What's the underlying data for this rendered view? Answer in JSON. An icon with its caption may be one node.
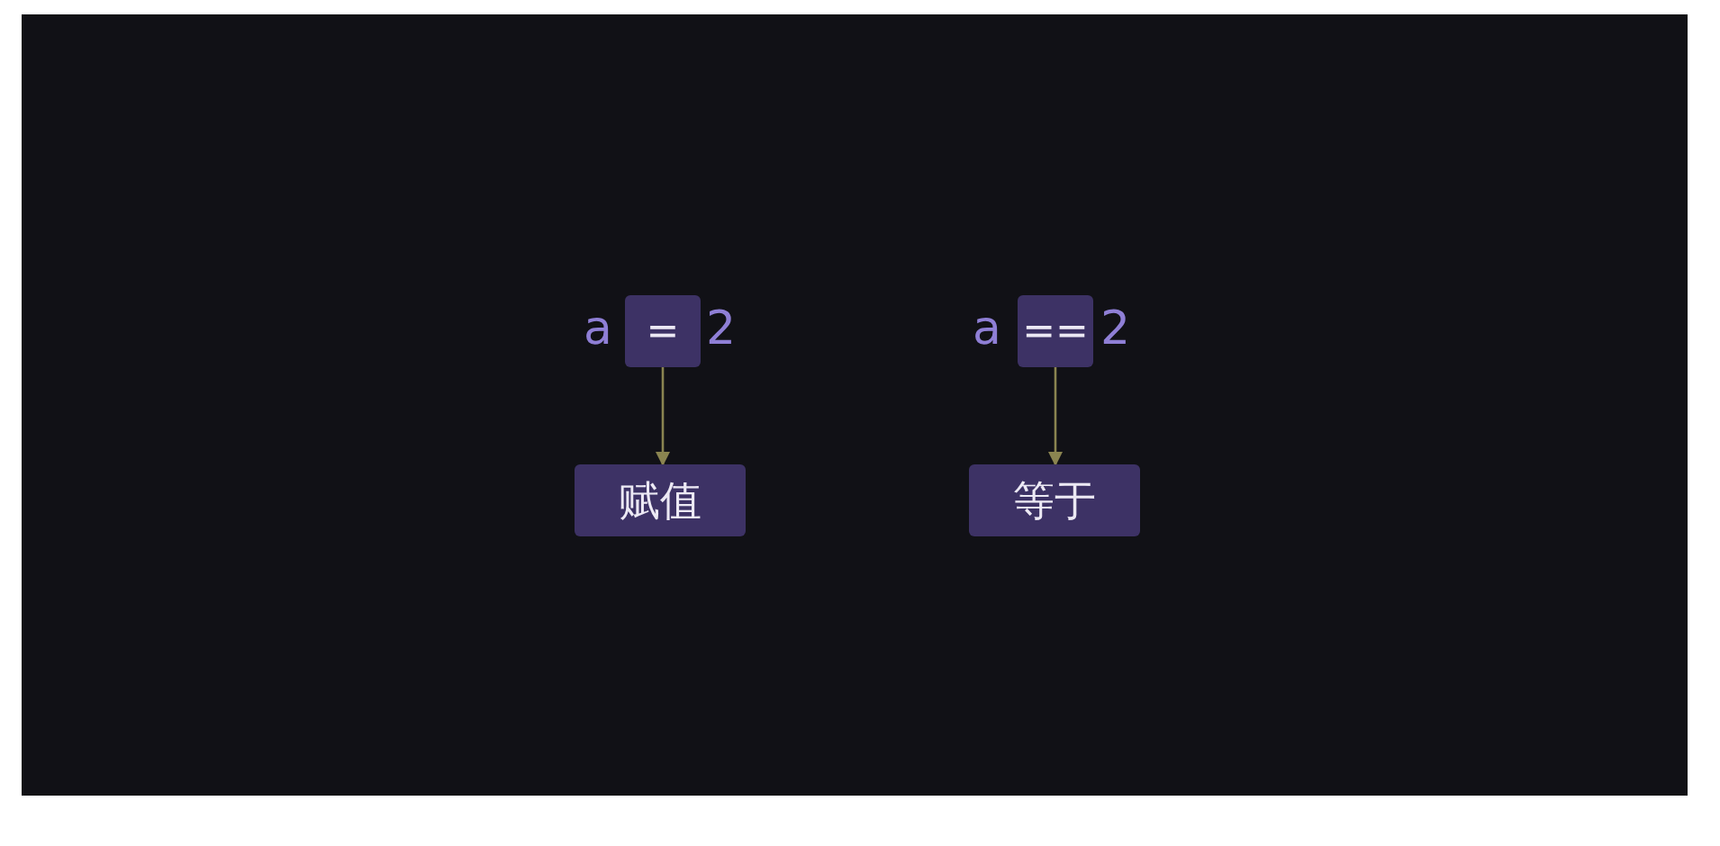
{
  "diagram": {
    "nodes": [
      {
        "text": [
          "="
        ]
      },
      {
        "text": [
          "赋值"
        ]
      },
      {
        "text": [
          "=="
        ]
      },
      {
        "text": [
          "等于"
        ]
      }
    ],
    "edges": [
      {
        "from": 0,
        "to": 1,
        "arrow": "to"
      },
      {
        "from": 2,
        "to": 3,
        "arrow": "to"
      }
    ],
    "labels": [
      "a",
      "2",
      "a",
      "2"
    ]
  }
}
